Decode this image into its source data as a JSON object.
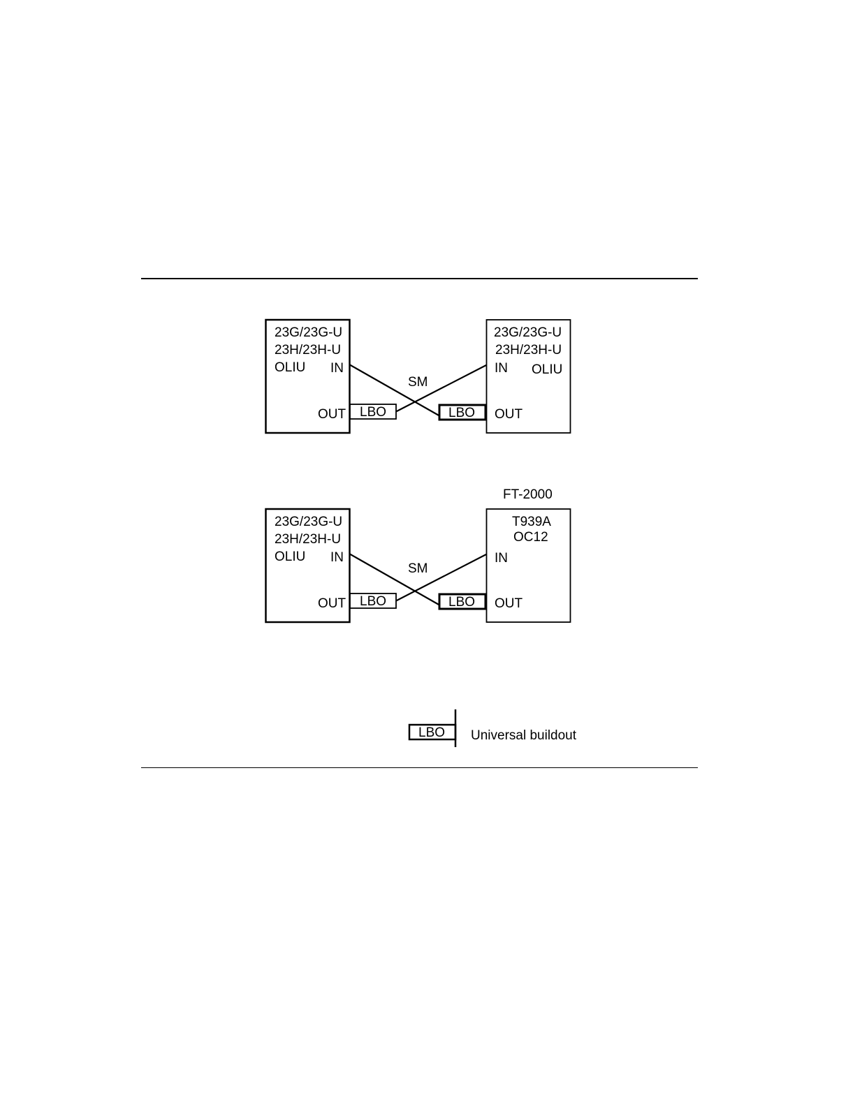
{
  "figure_1": {
    "left_unit": {
      "line1": "23G/23G-U",
      "line2": "23H/23H-U",
      "line3": "OLIU",
      "in_label": "IN",
      "out_label": "OUT"
    },
    "right_unit": {
      "line1": "23G/23G-U",
      "line2": "23H/23H-U",
      "line3": "OLIU",
      "in_label": "IN",
      "out_label": "OUT"
    },
    "fiber_label": "SM",
    "left_buildout": "LBO",
    "right_buildout": "LBO"
  },
  "figure_2": {
    "left_unit": {
      "line1": "23G/23G-U",
      "line2": "23H/23H-U",
      "line3": "OLIU",
      "in_label": "IN",
      "out_label": "OUT"
    },
    "right_unit": {
      "system_label": "FT-2000",
      "line1": "T939A",
      "line2": "OC12",
      "in_label": "IN",
      "out_label": "OUT"
    },
    "fiber_label": "SM",
    "left_buildout": "LBO",
    "right_buildout": "LBO"
  },
  "legend": {
    "symbol_label": "LBO",
    "description": "Universal buildout"
  }
}
